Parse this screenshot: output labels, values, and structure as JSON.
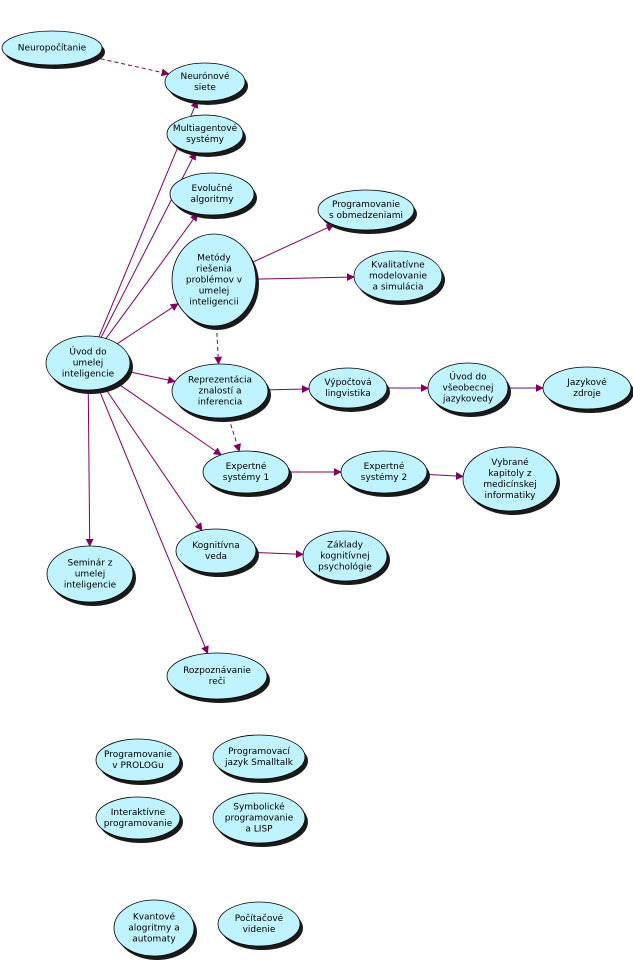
{
  "colors": {
    "node_fill": "#bff3ff",
    "node_shadow": "#1a1a1a",
    "edge": "#800060",
    "background": "#ffffff"
  },
  "nodes": [
    {
      "id": "neuropocitanie",
      "lines": [
        "Neuropočítanie"
      ]
    },
    {
      "id": "neuronove-siete",
      "lines": [
        "Neurónové",
        "siete"
      ]
    },
    {
      "id": "multiagentove-systemy",
      "lines": [
        "Multiagentové",
        "systémy"
      ]
    },
    {
      "id": "evolucne-algoritmy",
      "lines": [
        "Evolučné",
        "algoritmy"
      ]
    },
    {
      "id": "metody-riesenia",
      "lines": [
        "Metódy",
        "riešenia",
        "problémov v",
        "umelej",
        "inteligencii"
      ]
    },
    {
      "id": "programovanie-s-obmedzeniami",
      "lines": [
        "Programovanie",
        "s obmedzeniami"
      ]
    },
    {
      "id": "kvalitativne-modelovanie",
      "lines": [
        "Kvalitatívne",
        "modelovanie",
        "a simulácia"
      ]
    },
    {
      "id": "uvod-do-ui",
      "lines": [
        "Úvod do",
        "umelej",
        "inteligencie"
      ]
    },
    {
      "id": "reprezentacia-znalosti",
      "lines": [
        "Reprezentácia",
        "znalostí a",
        "inferencia"
      ]
    },
    {
      "id": "vypoctova-lingvistika",
      "lines": [
        "Výpočtová",
        "lingvistika"
      ]
    },
    {
      "id": "uvod-do-jazykovedy",
      "lines": [
        "Úvod do",
        "všeobecnej",
        "jazykovedy"
      ]
    },
    {
      "id": "jazykove-zdroje",
      "lines": [
        "Jazykové",
        "zdroje"
      ]
    },
    {
      "id": "expertne-systemy-1",
      "lines": [
        "Expertné",
        "systémy 1"
      ]
    },
    {
      "id": "expertne-systemy-2",
      "lines": [
        "Expertné",
        "systémy 2"
      ]
    },
    {
      "id": "vybrane-kapitoly",
      "lines": [
        "Vybrané",
        "kapitoly z",
        "medicínskej",
        "informatiky"
      ]
    },
    {
      "id": "seminar-z-ui",
      "lines": [
        "Seminár z",
        "umelej",
        "inteligencie"
      ]
    },
    {
      "id": "kognitivna-veda",
      "lines": [
        "Kognitívna",
        "veda"
      ]
    },
    {
      "id": "zaklady-kognitivnej-psychologie",
      "lines": [
        "Základy",
        "kognitívnej",
        "psychológie"
      ]
    },
    {
      "id": "rozpoznavanie-reci",
      "lines": [
        "Rozpoznávanie",
        "reči"
      ]
    },
    {
      "id": "programovanie-v-prologu",
      "lines": [
        "Programovanie",
        "v PROLOGu"
      ]
    },
    {
      "id": "programovaci-jazyk-smalltalk",
      "lines": [
        "Programovací",
        "jazyk Smalltalk"
      ]
    },
    {
      "id": "interaktivne-programovanie",
      "lines": [
        "Interaktívne",
        "programovanie"
      ]
    },
    {
      "id": "symbolicke-programovanie",
      "lines": [
        "Symbolické",
        "programovanie",
        "a LISP"
      ]
    },
    {
      "id": "kvantove-algoritmy",
      "lines": [
        "Kvantové",
        "alogritmy a",
        "automaty"
      ]
    },
    {
      "id": "pocitacove-videnie",
      "lines": [
        "Počítačové",
        "videnie"
      ]
    }
  ],
  "edges": [
    {
      "from": "neuropocitanie",
      "to": "neuronove-siete",
      "style": "dashed"
    },
    {
      "from": "uvod-do-ui",
      "to": "neuronove-siete",
      "style": "solid"
    },
    {
      "from": "uvod-do-ui",
      "to": "multiagentove-systemy",
      "style": "solid"
    },
    {
      "from": "uvod-do-ui",
      "to": "evolucne-algoritmy",
      "style": "solid"
    },
    {
      "from": "uvod-do-ui",
      "to": "metody-riesenia",
      "style": "solid"
    },
    {
      "from": "uvod-do-ui",
      "to": "reprezentacia-znalosti",
      "style": "solid"
    },
    {
      "from": "uvod-do-ui",
      "to": "expertne-systemy-1",
      "style": "solid"
    },
    {
      "from": "uvod-do-ui",
      "to": "kognitivna-veda",
      "style": "solid"
    },
    {
      "from": "uvod-do-ui",
      "to": "rozpoznavanie-reci",
      "style": "solid"
    },
    {
      "from": "uvod-do-ui",
      "to": "seminar-z-ui",
      "style": "solid"
    },
    {
      "from": "metody-riesenia",
      "to": "programovanie-s-obmedzeniami",
      "style": "solid"
    },
    {
      "from": "metody-riesenia",
      "to": "kvalitativne-modelovanie",
      "style": "solid"
    },
    {
      "from": "metody-riesenia",
      "to": "reprezentacia-znalosti",
      "style": "dashed"
    },
    {
      "from": "reprezentacia-znalosti",
      "to": "vypoctova-lingvistika",
      "style": "solid"
    },
    {
      "from": "vypoctova-lingvistika",
      "to": "uvod-do-jazykovedy",
      "style": "solid"
    },
    {
      "from": "uvod-do-jazykovedy",
      "to": "jazykove-zdroje",
      "style": "solid"
    },
    {
      "from": "reprezentacia-znalosti",
      "to": "expertne-systemy-1",
      "style": "dashed"
    },
    {
      "from": "expertne-systemy-1",
      "to": "expertne-systemy-2",
      "style": "solid"
    },
    {
      "from": "expertne-systemy-2",
      "to": "vybrane-kapitoly",
      "style": "solid"
    },
    {
      "from": "kognitivna-veda",
      "to": "zaklady-kognitivnej-psychologie",
      "style": "solid"
    }
  ]
}
